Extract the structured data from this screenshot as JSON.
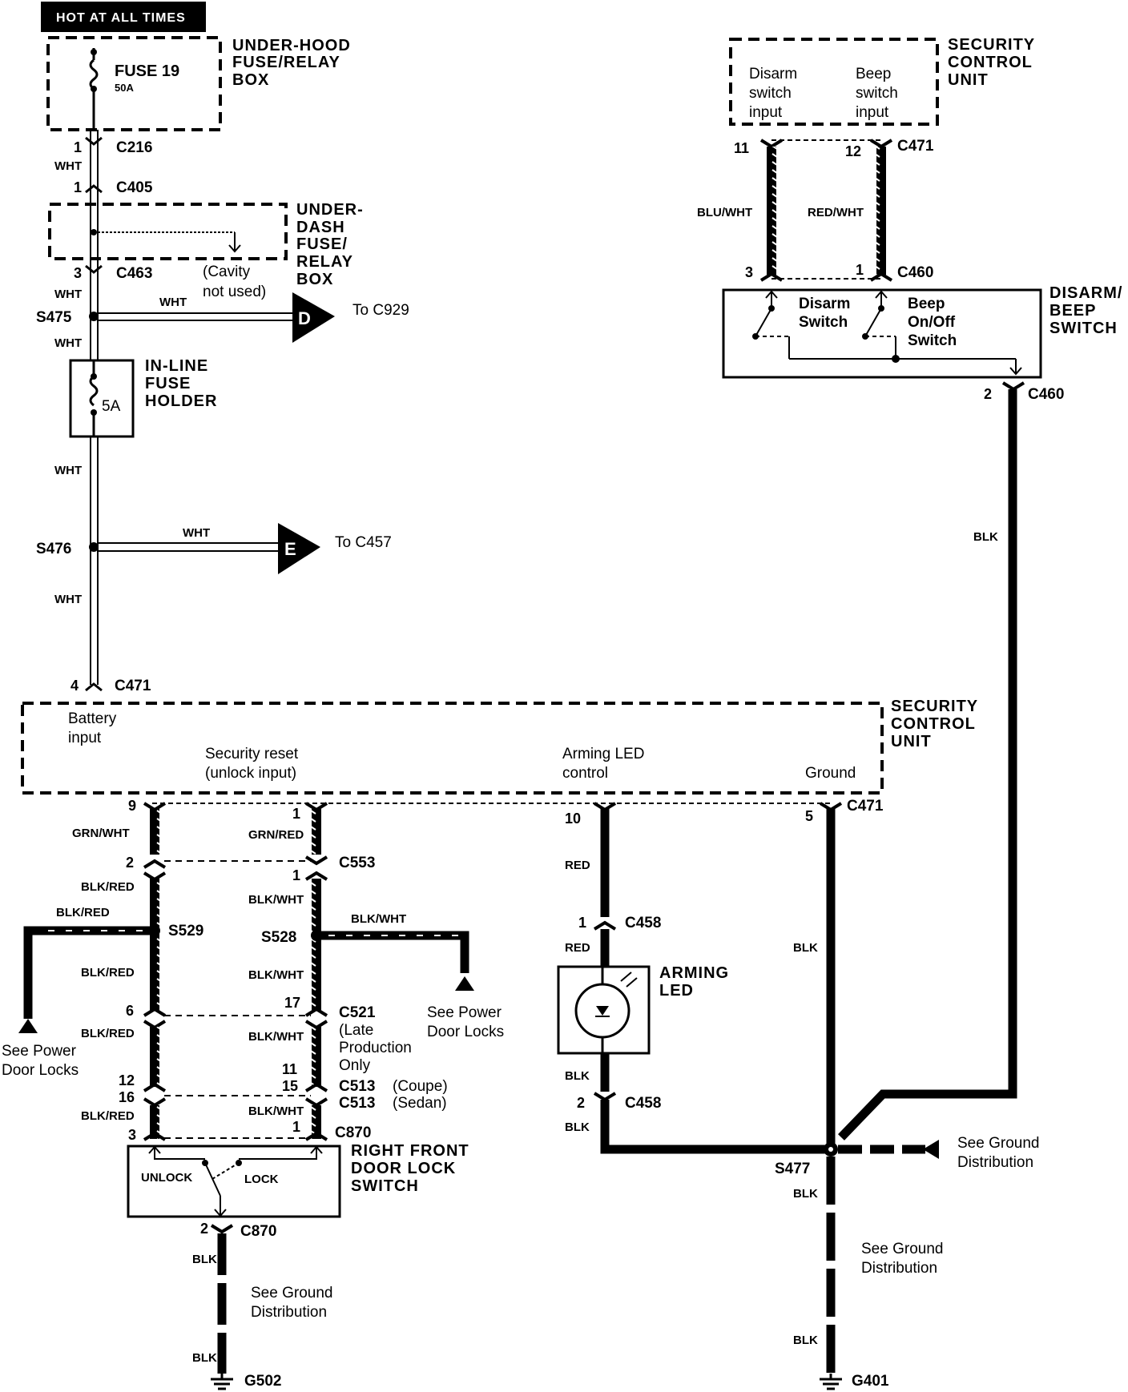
{
  "header": {
    "hot": "HOT AT ALL TIMES"
  },
  "fuse19": {
    "name": "FUSE 19",
    "rating": "50A"
  },
  "underhood_box": [
    "UNDER-HOOD",
    "FUSE/RELAY",
    "BOX"
  ],
  "underdash_box": [
    "UNDER-",
    "DASH",
    "FUSE/",
    "RELAY",
    "BOX"
  ],
  "cavity_note": [
    "(Cavity",
    "not used)"
  ],
  "inline_fuse": {
    "label": [
      "IN-LINE",
      "FUSE",
      "HOLDER"
    ],
    "rating": "5A"
  },
  "connectors": {
    "c216": "C216",
    "c405": "C405",
    "c463": "C463",
    "c471": "C471",
    "c460": "C460",
    "c553": "C553",
    "c521": "C521",
    "c513": "C513",
    "c870": "C870",
    "c458": "C458"
  },
  "splices": {
    "s475": "S475",
    "s476": "S476",
    "s529": "S529",
    "s528": "S528",
    "s477": "S477"
  },
  "grounds": {
    "g502": "G502",
    "g401": "G401"
  },
  "pins": {
    "p1": "1",
    "p2": "2",
    "p3": "3",
    "p4": "4",
    "p5": "5",
    "p6": "6",
    "p9": "9",
    "p10": "10",
    "p11": "11",
    "p12": "12",
    "p15": "15",
    "p16": "16",
    "p17": "17"
  },
  "wires": {
    "wht": "WHT",
    "blu_wht": "BLU/WHT",
    "red_wht": "RED/WHT",
    "blk": "BLK",
    "grn_wht": "GRN/WHT",
    "grn_red": "GRN/RED",
    "blk_red": "BLK/RED",
    "blk_wht": "BLK/WHT",
    "red": "RED"
  },
  "refs": {
    "d": "D",
    "to_c929": "To C929",
    "e": "E",
    "to_c457": "To C457",
    "see_power": [
      "See Power",
      "Door Locks"
    ],
    "see_ground": [
      "See Ground",
      "Distribution"
    ]
  },
  "security_unit_top": {
    "label": [
      "SECURITY",
      "CONTROL",
      "UNIT"
    ],
    "disarm_input": [
      "Disarm",
      "switch",
      "input"
    ],
    "beep_input": [
      "Beep",
      "switch",
      "input"
    ]
  },
  "disarm_beep_switch": {
    "label": [
      "DISARM/",
      "BEEP",
      "SWITCH"
    ],
    "disarm": [
      "Disarm",
      "Switch"
    ],
    "beep": [
      "Beep",
      "On/Off",
      "Switch"
    ]
  },
  "security_unit_main": {
    "label": [
      "SECURITY",
      "CONTROL",
      "UNIT"
    ],
    "battery": [
      "Battery",
      "input"
    ],
    "reset": [
      "Security reset",
      "(unlock input)"
    ],
    "led_ctrl": [
      "Arming LED",
      "control"
    ],
    "ground": "Ground"
  },
  "c521_note": [
    "(Late",
    "Production",
    "Only"
  ],
  "c513_coupe": "(Coupe)",
  "c513_sedan": "(Sedan)",
  "arming_led": [
    "ARMING",
    "LED"
  ],
  "door_lock_switch": {
    "label": [
      "RIGHT FRONT",
      "DOOR LOCK",
      "SWITCH"
    ],
    "unlock": "UNLOCK",
    "lock": "LOCK"
  }
}
